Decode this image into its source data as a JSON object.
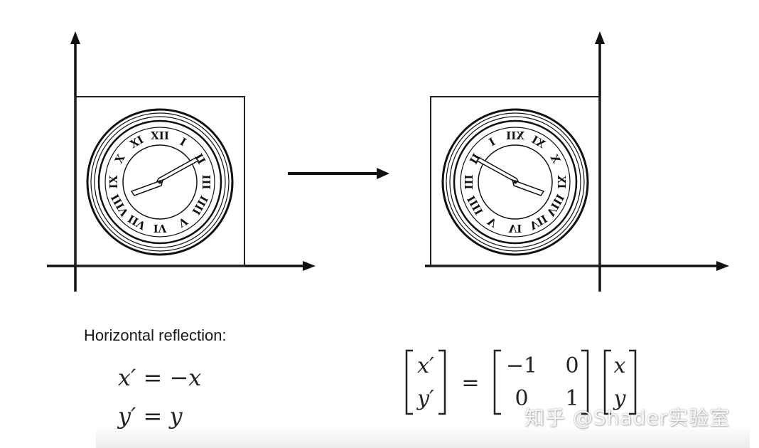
{
  "caption": "Horizontal reflection:",
  "equations": {
    "line1": "x′ = −x",
    "line2": "y′ = y"
  },
  "matrix": {
    "lhs": [
      "x′",
      "y′"
    ],
    "equals": "=",
    "m": [
      [
        "−1",
        "0"
      ],
      [
        "0",
        "1"
      ]
    ],
    "rhs": [
      "x",
      "y"
    ]
  },
  "clock": {
    "numerals": [
      "XII",
      "I",
      "II",
      "III",
      "IIII",
      "V",
      "VI",
      "VII",
      "VIII",
      "IX",
      "X",
      "XI"
    ]
  },
  "watermark": "知乎 @Shader实验室"
}
